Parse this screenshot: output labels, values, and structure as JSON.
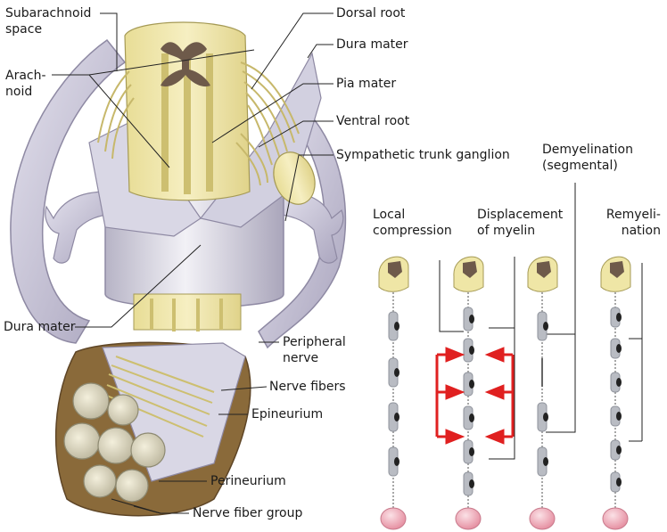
{
  "colors": {
    "leader": "#222222",
    "membrane": "#c9c6d6",
    "membrane_dark": "#9a95ad",
    "cord_yellow": "#efe6a6",
    "gray_matter": "#6e5a4a",
    "fascicle": "#d8d4c0",
    "fat_brown": "#8a6a3a",
    "arrow_red": "#e02020",
    "myelin_gray": "#b9bcc3",
    "soma_pink": "#f1b8c2"
  },
  "labels": {
    "subarachnoid_space": "Subarachnoid\nspace",
    "arachnoid": "Arach-\nnoid",
    "dorsal_root": "Dorsal root",
    "dura_mater_top": "Dura mater",
    "pia_mater": "Pia mater",
    "ventral_root": "Ventral root",
    "sympathetic_trunk_ganglion": "Sympathetic trunk ganglion",
    "dura_mater_left": "Dura mater",
    "peripheral_nerve": "Peripheral\nnerve",
    "nerve_fibers": "Nerve fibers",
    "epineurium": "Epineurium",
    "perineurium": "Perineurium",
    "nerve_fiber_group": "Nerve fiber group",
    "demyelination": "Demyelination\n(segmental)",
    "local_compression": "Local\ncompression",
    "displacement_of_myelin": "Displacement\nof myelin",
    "remyelination": "Remyeli-\nnation"
  }
}
